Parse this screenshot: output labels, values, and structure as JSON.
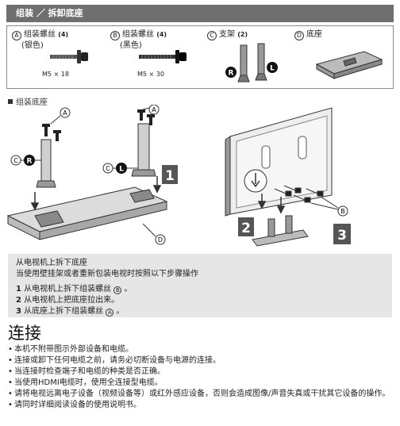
{
  "header": {
    "title": "组装 ／ 拆卸底座"
  },
  "parts": [
    {
      "letter": "A",
      "name": "组装螺丝",
      "qty": "(4)",
      "sub": "(银色)",
      "dim": "M5 × 18"
    },
    {
      "letter": "B",
      "name": "组装螺丝",
      "qty": "(4)",
      "sub": "(黑色)",
      "dim": "M5 × 30"
    },
    {
      "letter": "C",
      "name": "支架",
      "qty": "(2)"
    },
    {
      "letter": "D",
      "name": "底座"
    }
  ],
  "section": {
    "title": "组装底座"
  },
  "diagram": {
    "callouts": {
      "a": "A",
      "b": "B",
      "c": "C",
      "d": "D",
      "r": "R",
      "l": "L"
    },
    "steps": [
      "1",
      "2",
      "3"
    ]
  },
  "remove": {
    "title": "从电视机上拆下底座",
    "note": "当使用壁挂架或者重新包装电视时按照以下步骤操作",
    "steps": [
      {
        "num": "1",
        "text": "从电视机上拆下组装螺丝",
        "ref": "B",
        "end": "。"
      },
      {
        "num": "2",
        "text": "从电视机上把底座拉出来。"
      },
      {
        "num": "3",
        "text": "从底座上拆下组装螺丝",
        "ref": "A",
        "end": "。"
      }
    ]
  },
  "connect": {
    "title": "连接",
    "bullets": [
      "本机不附带图示外部设备和电缆。",
      "连接或卸下任何电缆之前，请务必切断设备与电源的连接。",
      "当连接时检查端子和电缆的种类是否正确。",
      "当使用HDMI电缆时，使用全连接型电缆。",
      "请将电视远离电子设备（视频设备等）或红外感应设备，否则会造成图像/声音失真或干扰其它设备的操作。",
      "请同时详细阅读设备的使用说明书。"
    ]
  }
}
